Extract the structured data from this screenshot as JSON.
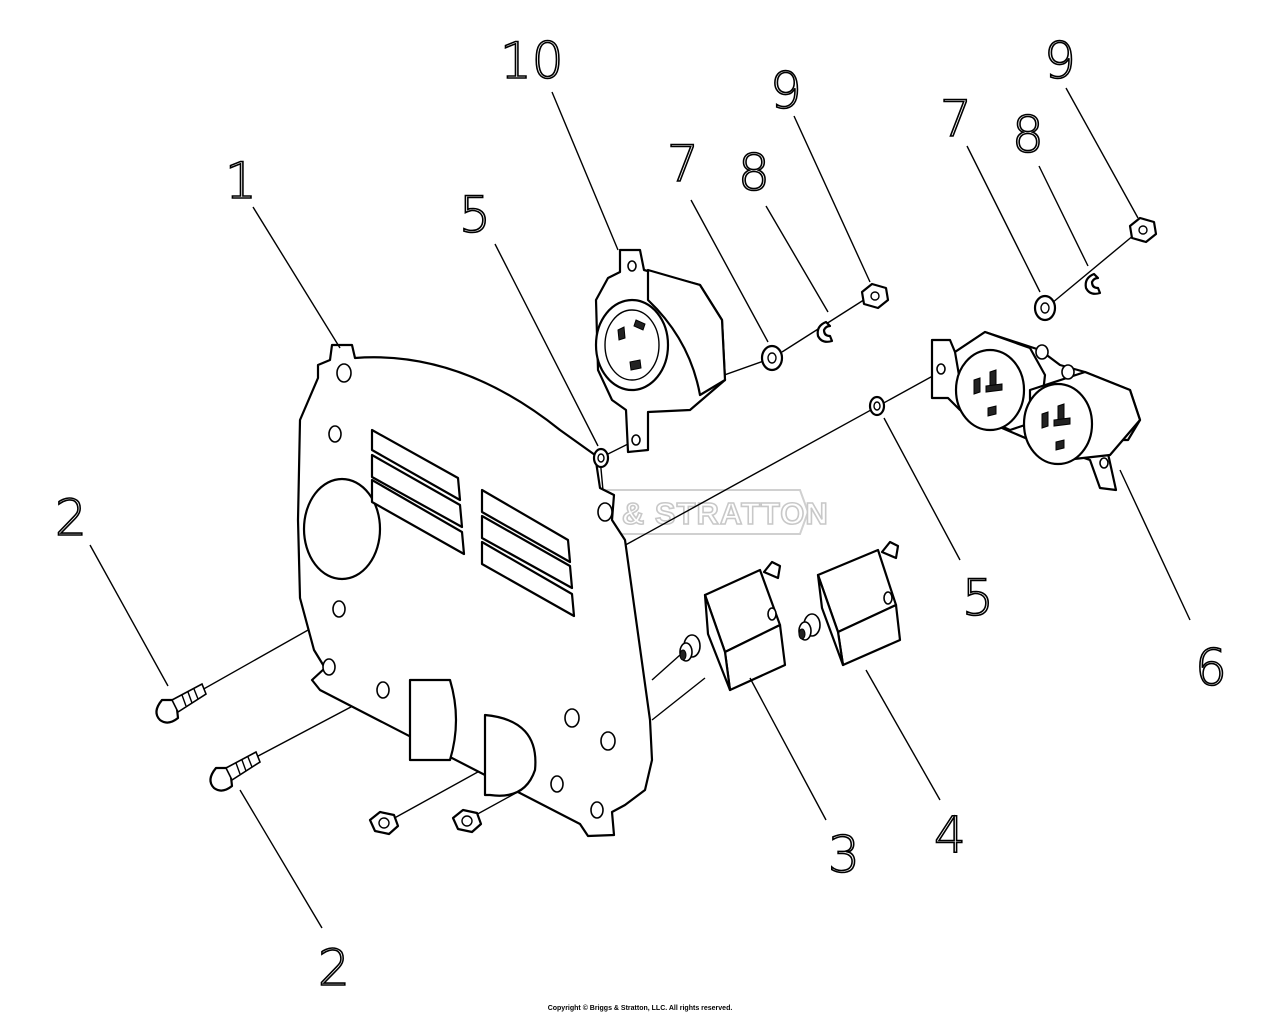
{
  "watermark": {
    "brand_text": "BRIGGS & STRATTON"
  },
  "callouts": {
    "c1": "1",
    "c2a": "2",
    "c2b": "2",
    "c3": "3",
    "c4": "4",
    "c5a": "5",
    "c5b": "5",
    "c6": "6",
    "c7a": "7",
    "c7b": "7",
    "c8a": "8",
    "c8b": "8",
    "c9a": "9",
    "c9b": "9",
    "c10": "10"
  },
  "footer": {
    "copyright": "Copyright © Briggs & Stratton, LLC. All rights reserved."
  }
}
